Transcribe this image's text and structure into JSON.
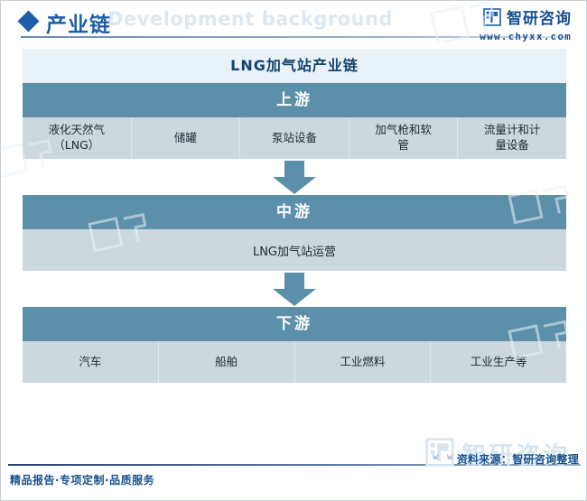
{
  "header": {
    "title": "产业链",
    "background_text": "Development background",
    "diamond_icon": "diamond-icon",
    "brand_name": "智研咨询",
    "brand_url": "www.chyxx.com",
    "brand_mark_icon": "zhiyan-logo-icon"
  },
  "chart": {
    "title": "LNG加气站产业链",
    "sections": [
      {
        "band": "上游",
        "items": [
          "液化天然气\n（LNG）",
          "储罐",
          "泵站设备",
          "加气枪和软\n管",
          "流量计和计\n量设备"
        ]
      },
      {
        "band": "中游",
        "items": [
          "LNG加气站运营"
        ]
      },
      {
        "band": "下游",
        "items": [
          "汽车",
          "船舶",
          "工业燃料",
          "工业生产等"
        ]
      }
    ],
    "arrow_icon": "down-arrow-icon"
  },
  "watermarks": {
    "brand": "智研咨询",
    "logo_icon": "zhiyan-watermark-icon"
  },
  "footer": {
    "tagline": "精品报告·专项定制·品质服务",
    "source": "资料来源：智研咨询整理",
    "www": "w w"
  },
  "colors": {
    "band": "#5b8faa",
    "cell": "#ccd8dc",
    "title_bg": "#e9f2f9",
    "brand_blue": "#17508f",
    "accent": "#1f5fa9"
  }
}
